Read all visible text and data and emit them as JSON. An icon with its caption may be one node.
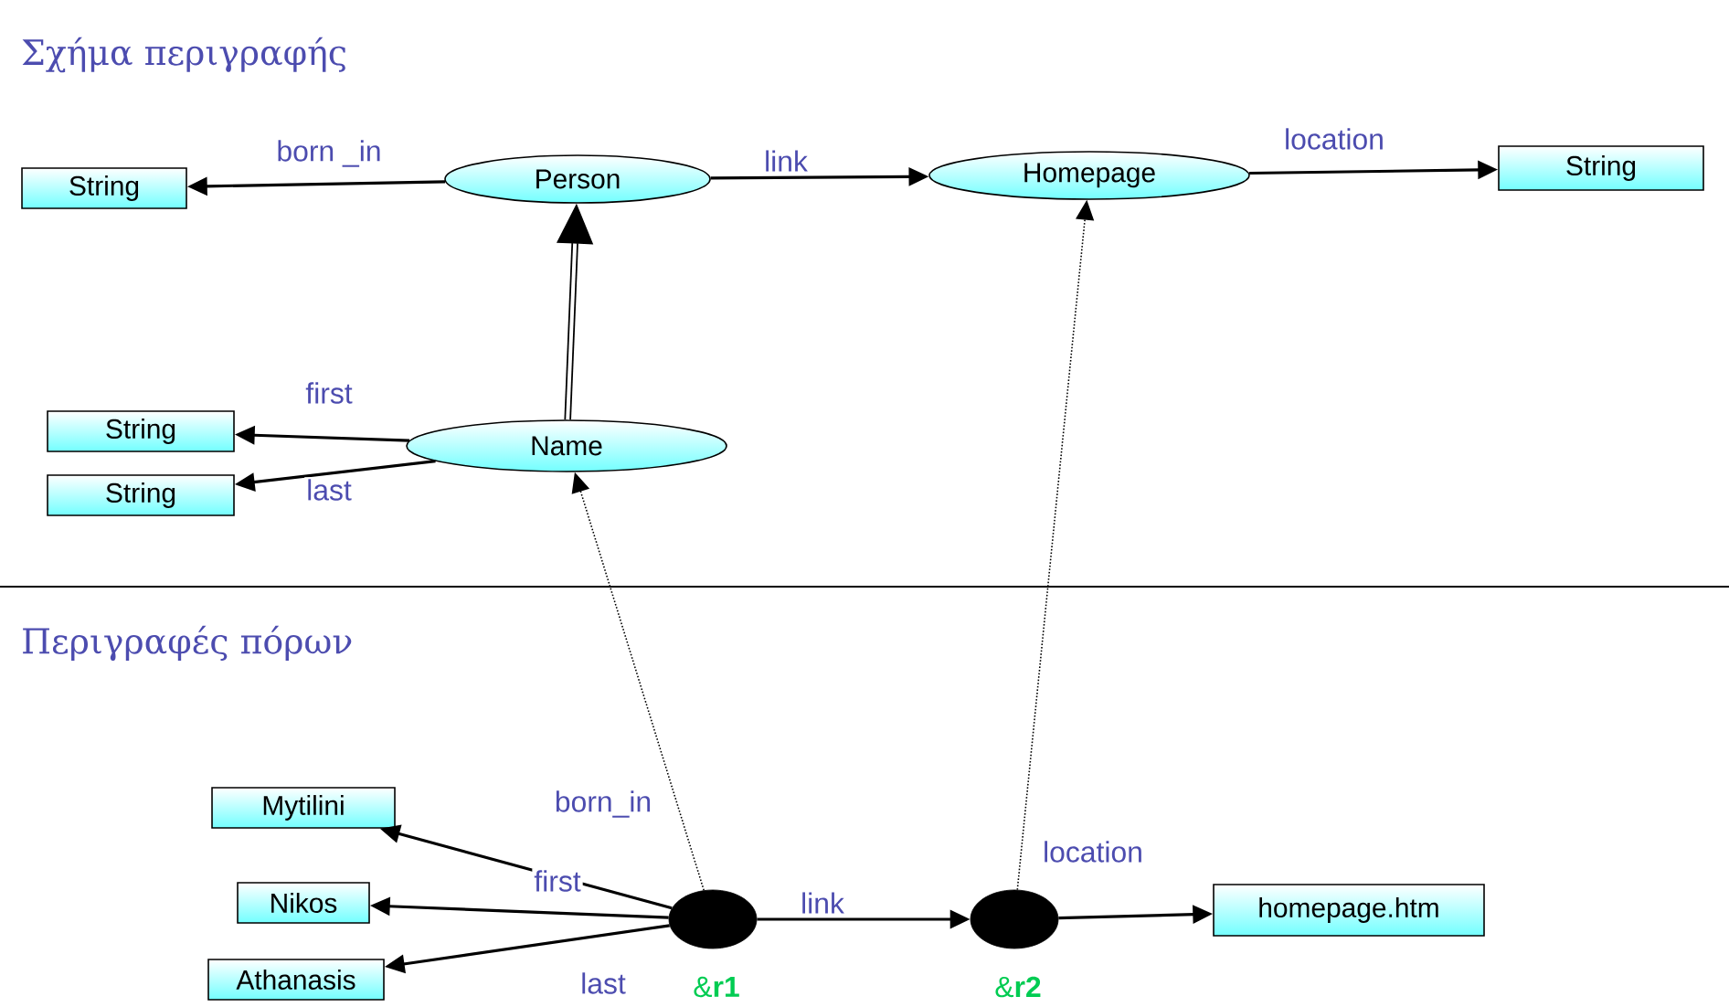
{
  "diagram": {
    "nodes": [
      {
        "text": [
          "String"
        ]
      },
      {
        "text": [
          "Person"
        ]
      },
      {
        "text": [
          "Homepage"
        ]
      },
      {
        "text": [
          "String"
        ]
      },
      {
        "text": [
          "String"
        ]
      },
      {
        "text": [
          "String"
        ]
      },
      {
        "text": [
          "Name"
        ]
      },
      {
        "text": [
          "Mytilini"
        ]
      },
      {
        "text": [
          "Nikos"
        ]
      },
      {
        "text": [
          "Athanasis"
        ]
      },
      {
        "text": [],
        "shape": "circle",
        "beside": [
          "&**r1**"
        ]
      },
      {
        "text": [],
        "shape": "circle",
        "beside": [
          "&**r2**"
        ]
      },
      {
        "text": [
          "homepage.htm"
        ]
      }
    ],
    "edges": [
      {
        "from": 1,
        "to": 0,
        "arrow": "to",
        "label": "born _in"
      },
      {
        "from": 1,
        "to": 2,
        "arrow": "to",
        "label": "link"
      },
      {
        "from": 2,
        "to": 3,
        "arrow": "to",
        "label": "location"
      },
      {
        "from": 6,
        "to": 1,
        "arrow": "to",
        "style": "thick"
      },
      {
        "from": 6,
        "to": 4,
        "arrow": "to",
        "label": "first"
      },
      {
        "from": 6,
        "to": 5,
        "arrow": "to",
        "label": "last"
      },
      {
        "from": 10,
        "to": 6,
        "arrow": "to",
        "style": "dashed"
      },
      {
        "from": 11,
        "to": 2,
        "arrow": "to",
        "style": "dashed"
      },
      {
        "from": 10,
        "to": 7,
        "arrow": "to",
        "label": "born_in"
      },
      {
        "from": 10,
        "to": 8,
        "arrow": "to",
        "label": "first"
      },
      {
        "from": 10,
        "to": 9,
        "arrow": "to",
        "label": "last"
      },
      {
        "from": 10,
        "to": 11,
        "arrow": "to",
        "label": "link"
      },
      {
        "from": 11,
        "to": 12,
        "arrow": "to",
        "label": "location"
      }
    ],
    "labels": [
      "Σχήμα περιγραφής",
      "Περιγραφές πόρων"
    ]
  }
}
